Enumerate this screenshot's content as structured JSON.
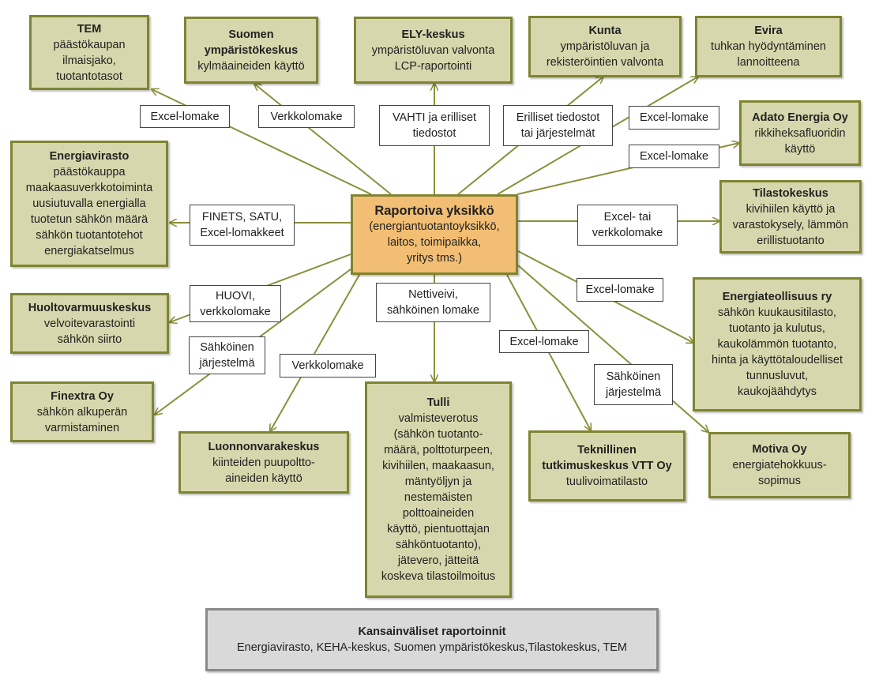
{
  "colors": {
    "node_fill": "#d7d7ad",
    "node_border": "#7f8430",
    "center_fill": "#f2be74",
    "intl_fill": "#d9d9d9",
    "intl_border": "#8a8a8a",
    "edge": "#8a8f3c"
  },
  "center": {
    "title": "Raportoiva yksikkö",
    "body": "(energiantuotantoyksikkö,\nlaitos, toimipaikka,\nyritys tms.)"
  },
  "nodes": {
    "tem": {
      "title": "TEM",
      "body": "päästökaupan\nilmaisjako,\ntuotantotasot"
    },
    "syke": {
      "title": "Suomen\nympäristökeskus",
      "body": "kylmäaineiden käyttö"
    },
    "ely": {
      "title": "ELY-keskus",
      "body": "ympäristöluvan valvonta\nLCP-raportointi"
    },
    "kunta": {
      "title": "Kunta",
      "body": "ympäristöluvan ja\nrekisteröintien valvonta"
    },
    "evira": {
      "title": "Evira",
      "body": "tuhkan hyödyntäminen\nlannoitteena"
    },
    "adato": {
      "title": "Adato Energia Oy",
      "body": "rikkiheksafluoridin\nkäyttö"
    },
    "energiavirasto": {
      "title": "Energiavirasto",
      "body": "päästökauppa\nmaakaasuverkkotoiminta\nuusiutuvalla energialla\ntuotetun sähkön määrä\nsähkön tuotantotehot\nenergiakatselmus"
    },
    "tilastokeskus": {
      "title": "Tilastokeskus",
      "body": "kivihiilen käyttö ja\nvarastokysely, lämmön\nerillistuotanto"
    },
    "huoltovarmuus": {
      "title": "Huoltovarmuuskeskus",
      "body": "velvoitevarastointi\nsähkön siirto"
    },
    "energiateollisuus": {
      "title": "Energiateollisuus ry",
      "body": "sähkön kuukausitilasto,\ntuotanto ja kulutus,\nkaukolämmön tuotanto,\nhinta ja käyttötaloudelliset\ntunnusluvut,\nkaukojäähdytys"
    },
    "finextra": {
      "title": "Finextra Oy",
      "body": "sähkön alkuperän\nvarmistaminen"
    },
    "luonnonvara": {
      "title": "Luonnonvarakeskus",
      "body": "kiinteiden puupoltto-\naineiden käyttö"
    },
    "tulli": {
      "title": "Tulli",
      "body": "valmisteverotus\n(sähkön tuotanto-\nmäärä, polttoturpeen,\nkivihiilen, maakaasun,\nmäntyöljyn ja\nnestemäisten\npolttoaineiden\nkäyttö, pientuottajan\nsähköntuotanto),\njätevero, jätteitä\nkoskeva tilastoilmoitus"
    },
    "vtt": {
      "title": "Teknillinen\ntutkimuskeskus VTT Oy",
      "body": "tuulivoimatilasto"
    },
    "motiva": {
      "title": "Motiva Oy",
      "body": "energiatehokkuus-\nsopimus"
    }
  },
  "international": {
    "title": "Kansainväliset raportoinnit",
    "body": "Energiavirasto, KEHA-keskus, Suomen ympäristökeskus,Tilastokeskus, TEM"
  },
  "labels": {
    "tem": "Excel-lomake",
    "syke": "Verkkolomake",
    "ely": "VAHTI ja erilliset\ntiedostot",
    "kunta": "Erilliset tiedostot\ntai järjestelmät",
    "evira": "Excel-lomake",
    "adato": "Excel-lomake",
    "energiavirasto": "FINETS, SATU,\nExcel-lomakkeet",
    "tilastokeskus": "Excel- tai\nverkkolomake",
    "huoltovarmuus": "HUOVI,\nverkkolomake",
    "finextra": "Sähköinen\njärjestelmä",
    "luonnonvara": "Verkkolomake",
    "tulli": "Nettiveivi,\nsähköinen lomake",
    "vtt": "Excel-lomake",
    "energiateollisuus": "Excel-lomake",
    "motiva": "Sähköinen\njärjestelmä"
  }
}
